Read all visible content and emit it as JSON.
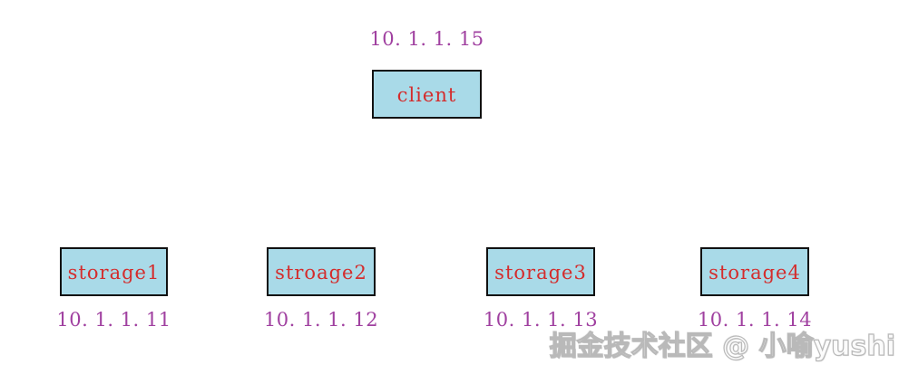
{
  "diagram": {
    "client": {
      "label": "client",
      "ip": "10. 1. 1. 15"
    },
    "storages": [
      {
        "label": "storage1",
        "ip": "10. 1. 1. 11"
      },
      {
        "label": "stroage2",
        "ip": "10. 1. 1. 12"
      },
      {
        "label": "storage3",
        "ip": "10. 1. 1. 13"
      },
      {
        "label": "storage4",
        "ip": "10. 1. 1. 14"
      }
    ]
  },
  "watermark": "掘金技术社区 @ 小喻yushi",
  "colors": {
    "box_fill": "#a9dae8",
    "box_border": "#111111",
    "label_text": "#d42c2c",
    "ip_text": "#a040a0",
    "watermark": "#b9b9b9"
  }
}
